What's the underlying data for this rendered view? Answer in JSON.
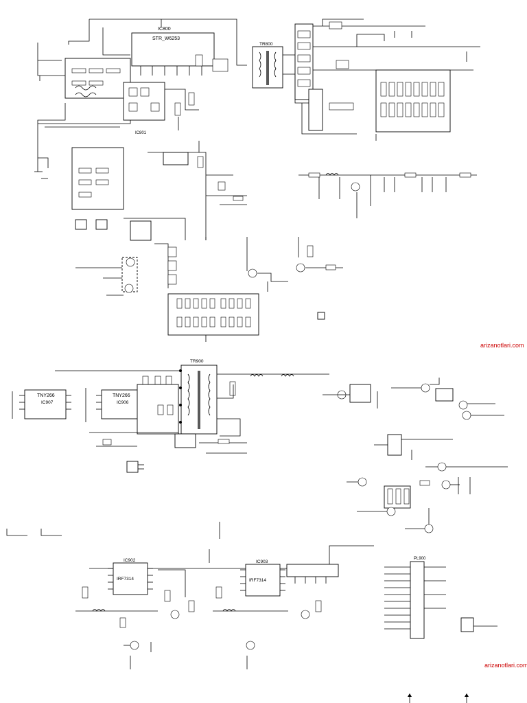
{
  "ics": {
    "ic800": {
      "ref": "IC800",
      "part": "STR_W6253"
    },
    "tr800": {
      "ref": "TR800"
    },
    "ic801": {
      "ref": "IC801"
    },
    "ic907": {
      "ref": "IC907",
      "part": "TNY266"
    },
    "ic906": {
      "ref": "IC906",
      "part": "TNY266"
    },
    "tr900": {
      "ref": "TR900"
    },
    "ic902": {
      "ref": "IC902",
      "part": "IRF7314"
    },
    "ic903": {
      "ref": "IC903",
      "part": "IRF7314"
    },
    "pl900": {
      "ref": "PL900"
    }
  },
  "watermark": {
    "text": "arizanotlari.com"
  }
}
